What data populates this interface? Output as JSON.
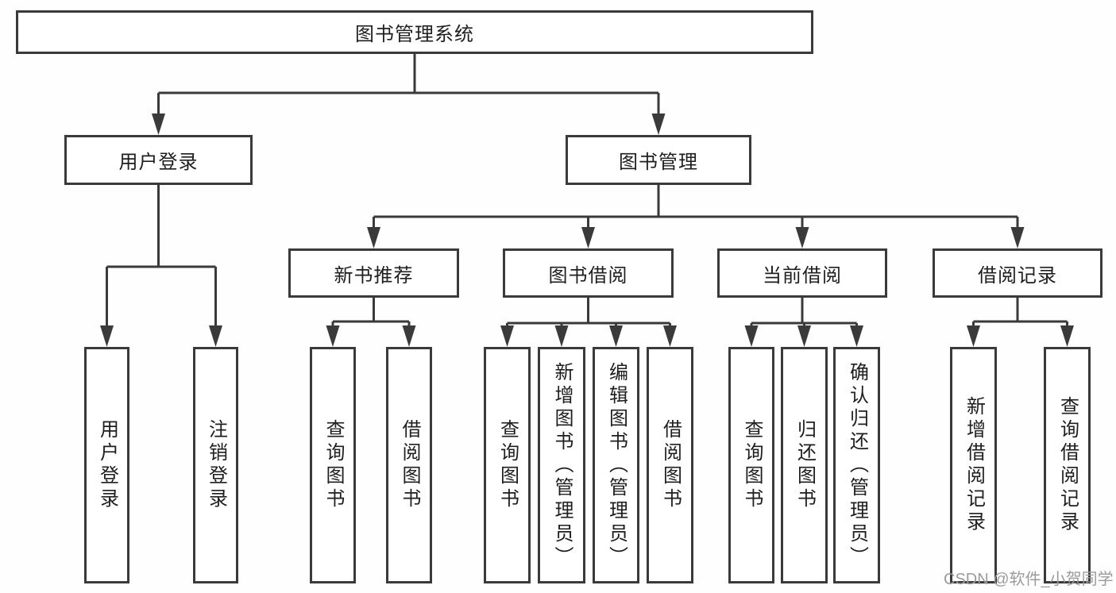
{
  "diagram_title": "图书管理系统",
  "colors": {
    "line": "#3a3a3a",
    "text": "#1e1e1e",
    "background": "#fefefe",
    "watermark": "#9b9b9b"
  },
  "nodes": {
    "root": "图书管理系统",
    "level2": [
      "用户登录",
      "图书管理"
    ],
    "level3": [
      "新书推荐",
      "图书借阅",
      "当前借阅",
      "借阅记录"
    ],
    "leaves": {
      "user_login_group": [
        "用户登录",
        "注销登录"
      ],
      "new_book_group": [
        "查询图书",
        "借阅图书"
      ],
      "book_borrow_group": [
        "查询图书",
        "新增图书（管理员）",
        "编辑图书（管理员）",
        "借阅图书"
      ],
      "current_borrow_group": [
        "查询图书",
        "归还图书",
        "确认归还（管理员）"
      ],
      "record_group": [
        "新增借阅记录",
        "查询借阅记录"
      ]
    }
  },
  "watermark": "CSDN @软件_小贺同学"
}
